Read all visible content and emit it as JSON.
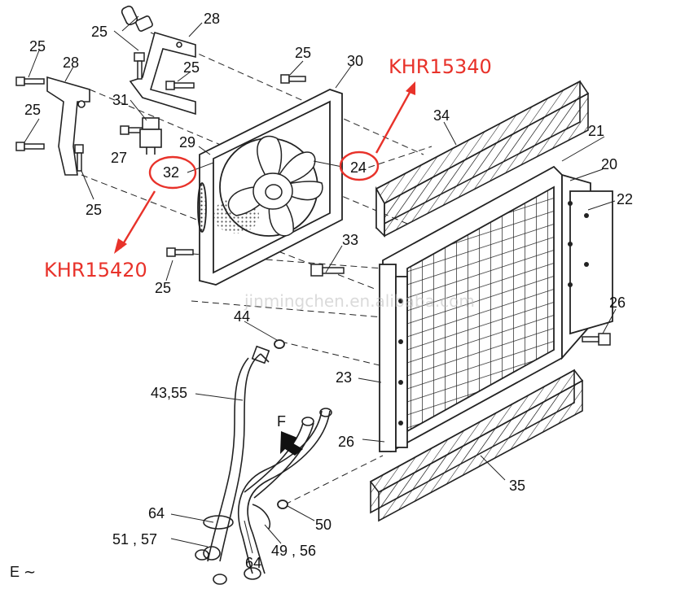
{
  "watermark": "jinmingchen.en.alibaba.com",
  "annotations": {
    "part_24": "KHR15340",
    "part_32": "KHR15420",
    "highlight_color": "#e8322a"
  },
  "view_label": "E ∼",
  "flow_label": "F",
  "labels": {
    "p25_a": "25",
    "p28_a": "28",
    "p25_b": "25",
    "p28_b": "28",
    "p25_c": "25",
    "p25_d": "25",
    "p31": "31",
    "p30": "30",
    "p25_e": "25",
    "p34": "34",
    "p27": "27",
    "p29": "29",
    "p21": "21",
    "p32": "32",
    "p24": "24",
    "p20": "20",
    "p25_f": "25",
    "p22": "22",
    "p33": "33",
    "p25_g": "25",
    "p44": "44",
    "p26_a": "26",
    "p23": "23",
    "p43_55": "43,55",
    "p26_b": "26",
    "p35": "35",
    "p64_a": "64",
    "p50": "50",
    "p51_57": "51 , 57",
    "p64_b": "64",
    "p49_56": "49 , 56"
  }
}
